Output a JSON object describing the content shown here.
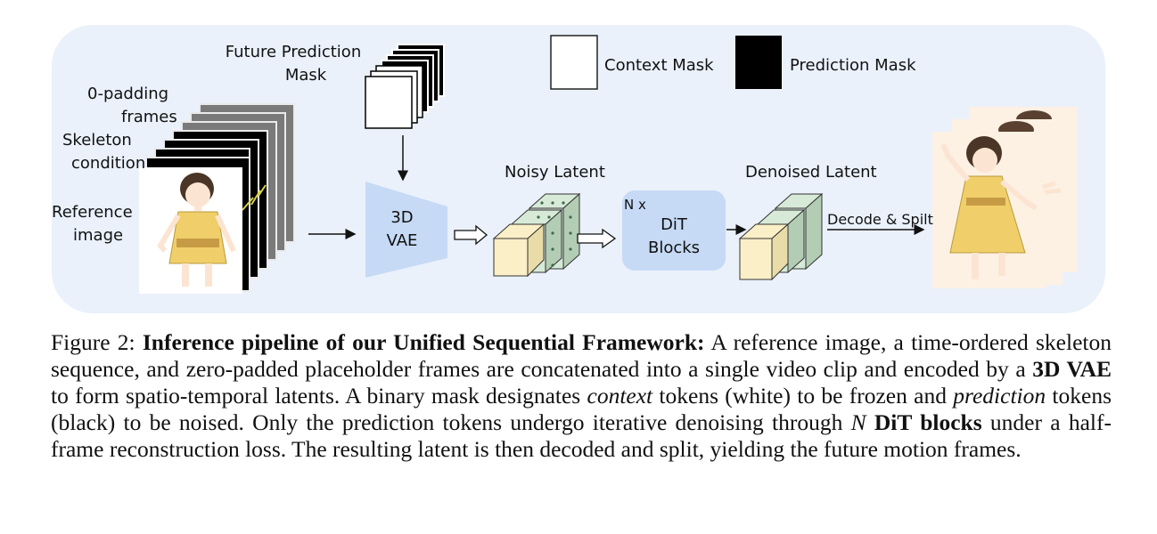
{
  "diagram": {
    "labels": {
      "future_mask": [
        "Future Prediction",
        "Mask"
      ],
      "context_mask": "Context Mask",
      "prediction_mask": "Prediction Mask",
      "zero_padding": [
        "0-padding",
        "frames"
      ],
      "skeleton": [
        "Skeleton",
        "condition"
      ],
      "reference": [
        "Reference",
        "image"
      ],
      "vae": [
        "3D",
        "VAE"
      ],
      "noisy_latent": "Noisy Latent",
      "n_x": "N x",
      "dit": [
        "DiT",
        "Blocks"
      ],
      "denoised_latent": "Denoised Latent",
      "decode": "Decode & Spilt"
    },
    "colors": {
      "panel": "#eaf1fb",
      "vae": "#c6daf5",
      "dit": "#c6daf5",
      "latent_front": "#fbefc7",
      "latent_green": "#d7ead8",
      "latent_dark_green": "#b3cdb4",
      "character_dress": "#f0cf6a"
    }
  },
  "caption": {
    "prefix": "Figure 2: ",
    "bold_title": "Inference pipeline of our Unified Sequential Framework:",
    "t1": " A reference image, a time-ordered skeleton sequence, and zero-padded placeholder frames are concatenated into a single video clip and encoded by a ",
    "b_vae": "3D VAE",
    "t2": " to form spatio-temporal latents. A binary mask designates ",
    "i_context": "context",
    "t3": " tokens (white) to be frozen and ",
    "i_prediction": "prediction",
    "t4": " tokens (black) to be noised. Only the prediction tokens undergo iterative denoising through ",
    "i_n": "N",
    "t5": " ",
    "b_dit": "DiT blocks",
    "t6": " under a half-frame reconstruction loss. The resulting latent is then decoded and split, yielding the future motion frames."
  }
}
